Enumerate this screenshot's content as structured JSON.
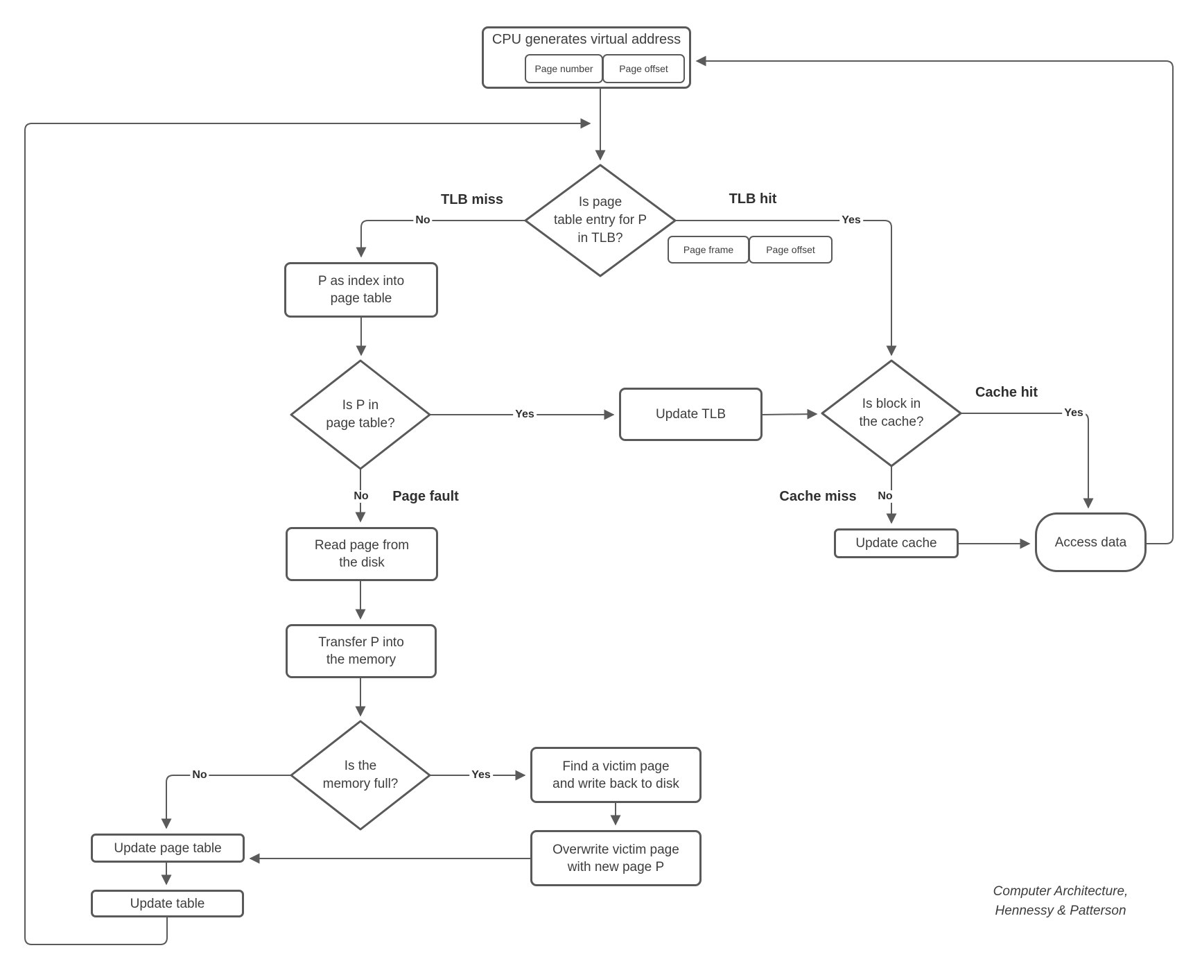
{
  "flowchart": {
    "nodes": {
      "cpu": "CPU generates virtual address",
      "page_number": "Page number",
      "page_offset_top": "Page offset",
      "tlb_decision": "Is page\ntable entry for P\nin TLB?",
      "page_frame": "Page frame",
      "page_offset_hit": "Page offset",
      "p_index": "P as index into\npage table",
      "pt_decision": "Is P in\npage table?",
      "update_tlb": "Update TLB",
      "cache_decision": "Is block in\nthe cache?",
      "read_page": "Read page from\nthe disk",
      "transfer": "Transfer P into\nthe memory",
      "memory_decision": "Is the\nmemory full?",
      "find_victim": "Find a victim page\nand write back to disk",
      "overwrite_victim": "Overwrite victim page\nwith new page P",
      "update_page_table": "Update page table",
      "update_table": "Update table",
      "update_cache": "Update cache",
      "access_data": "Access data"
    },
    "labels": {
      "tlb_miss": "TLB miss",
      "tlb_hit": "TLB hit",
      "no_tlb": "No",
      "yes_tlb": "Yes",
      "yes_pt": "Yes",
      "no_pt": "No",
      "page_fault": "Page fault",
      "cache_hit": "Cache hit",
      "yes_cache": "Yes",
      "cache_miss": "Cache miss",
      "no_cache": "No",
      "no_mem": "No",
      "yes_mem": "Yes"
    },
    "credit": "Computer Architecture,\nHennessy & Patterson",
    "colors": {
      "line": "#5a5a5a",
      "shape_border": "#595959",
      "text": "#3d3d3d",
      "background": "#ffffff"
    }
  }
}
